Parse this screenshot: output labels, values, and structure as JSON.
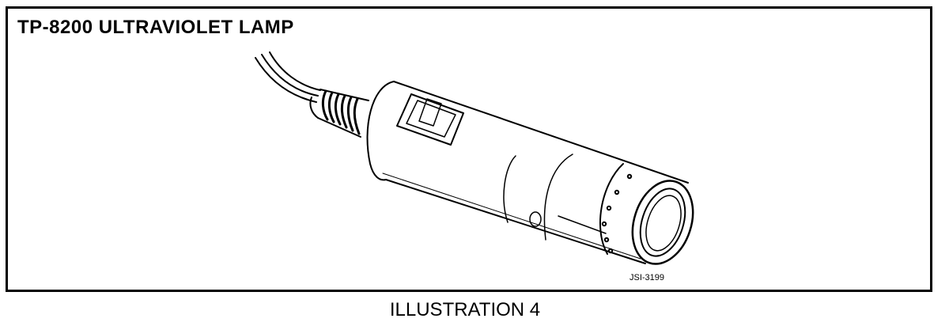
{
  "figure": {
    "title": "TP-8200 ULTRAVIOLET LAMP",
    "reference_code": "JSI-3199",
    "caption": "ILLUSTRATION 4"
  },
  "diagram": {
    "subject": "lamp-illustration",
    "components": [
      "power-cord",
      "strain-relief",
      "lamp-body",
      "rocker-switch",
      "lens-head",
      "lens"
    ]
  },
  "colors": {
    "line": "#000000",
    "background": "#ffffff"
  }
}
